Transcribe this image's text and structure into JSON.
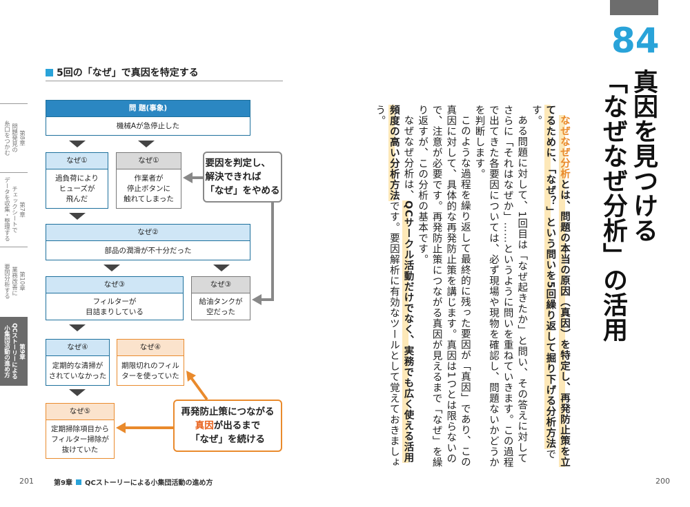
{
  "side_tabs": [
    {
      "label": "第8章\n問題発見の\n糸口をつかむ"
    },
    {
      "label": "第7章\nチェックシートで\nデータを収集・整理する"
    },
    {
      "label": "第10章\n業務改善に\n要因分析する"
    },
    {
      "label": "第9章\nQCストーリーによる\n小集団活動の進め方"
    }
  ],
  "figure": {
    "title": "5回の「なぜ」で真因を特定する",
    "problem_header": "問 題(事象)",
    "problem_text": "機械Aが急停止した",
    "why1a_header": "なぜ①",
    "why1a_text": "過負荷により\nヒューズが\n飛んだ",
    "why1b_header": "なぜ①",
    "why1b_text": "作業者が\n停止ボタンに\n触れてしまった",
    "why2_header": "なぜ②",
    "why2_text": "部品の潤滑が不十分だった",
    "why3a_header": "なぜ③",
    "why3a_text": "フィルターが\n目詰まりしている",
    "why3b_header": "なぜ③",
    "why3b_text": "給油タンクが\n空だった",
    "why4a_header": "なぜ④",
    "why4a_text": "定期的な清掃が\nされていなかった",
    "why4b_header": "なぜ④",
    "why4b_text": "期限切れのフィル\nターを使っていた",
    "why5_header": "なぜ⑤",
    "why5_text": "定期掃除項目から\nフィルター掃除が\n抜けていた",
    "callout_gray": "要因を判定し、\n解決できれば\n「なぜ」をやめる",
    "callout_orange_1": "再発防止策につながる",
    "callout_orange_2a": "真因",
    "callout_orange_2b": "が出るまで",
    "callout_orange_3": "「なぜ」を続ける"
  },
  "footer": {
    "left_page": "201",
    "right_page": "200",
    "chapter": "第9章",
    "running_title": "QCストーリーによる小集団活動の進め方"
  },
  "section": {
    "number": "84",
    "title_line1": "真因を見つける",
    "title_line2": "「なぜなぜ分析」の活用"
  },
  "body": {
    "p1_a": "なぜなぜ分析",
    "p1_b": "とは、問題の本当の原因（真因）を特定し、再発防止策を立てるために、「なぜ？」という問いを5回繰り返して掘り下げる分析方法",
    "p1_c": "です。",
    "p2": "ある問題に対して、1回目は「なぜ起きたか」と問い、その答えに対してさらに「それはなぜか」……というように問いを重ねていきます。この過程で出てきた各要因については、必ず現場や現物を確認し、問題ないかどうかを判断します。",
    "p3": "このような過程を繰り返して最終的に残った要因が「真因」であり、この真因に対して、具体的な再発防止策を講じます。真因は1つとは限らないので、注意が必要です。再発防止策につながる真因が見えるまで「なぜ」を繰り返すが、この分析の基本です。",
    "p4_a": "なぜなぜ分析は、",
    "p4_b": "QCサークル活動だけでなく、実務でも広く使える活用頻度の高い分析方法",
    "p4_c": "です。要因解析に有効なツールとして覚えておきましょう。"
  },
  "colors": {
    "accent_blue": "#29a3d9",
    "box_blue": "#1c6f9c",
    "orange": "#e98a2c",
    "gray": "#888888"
  }
}
